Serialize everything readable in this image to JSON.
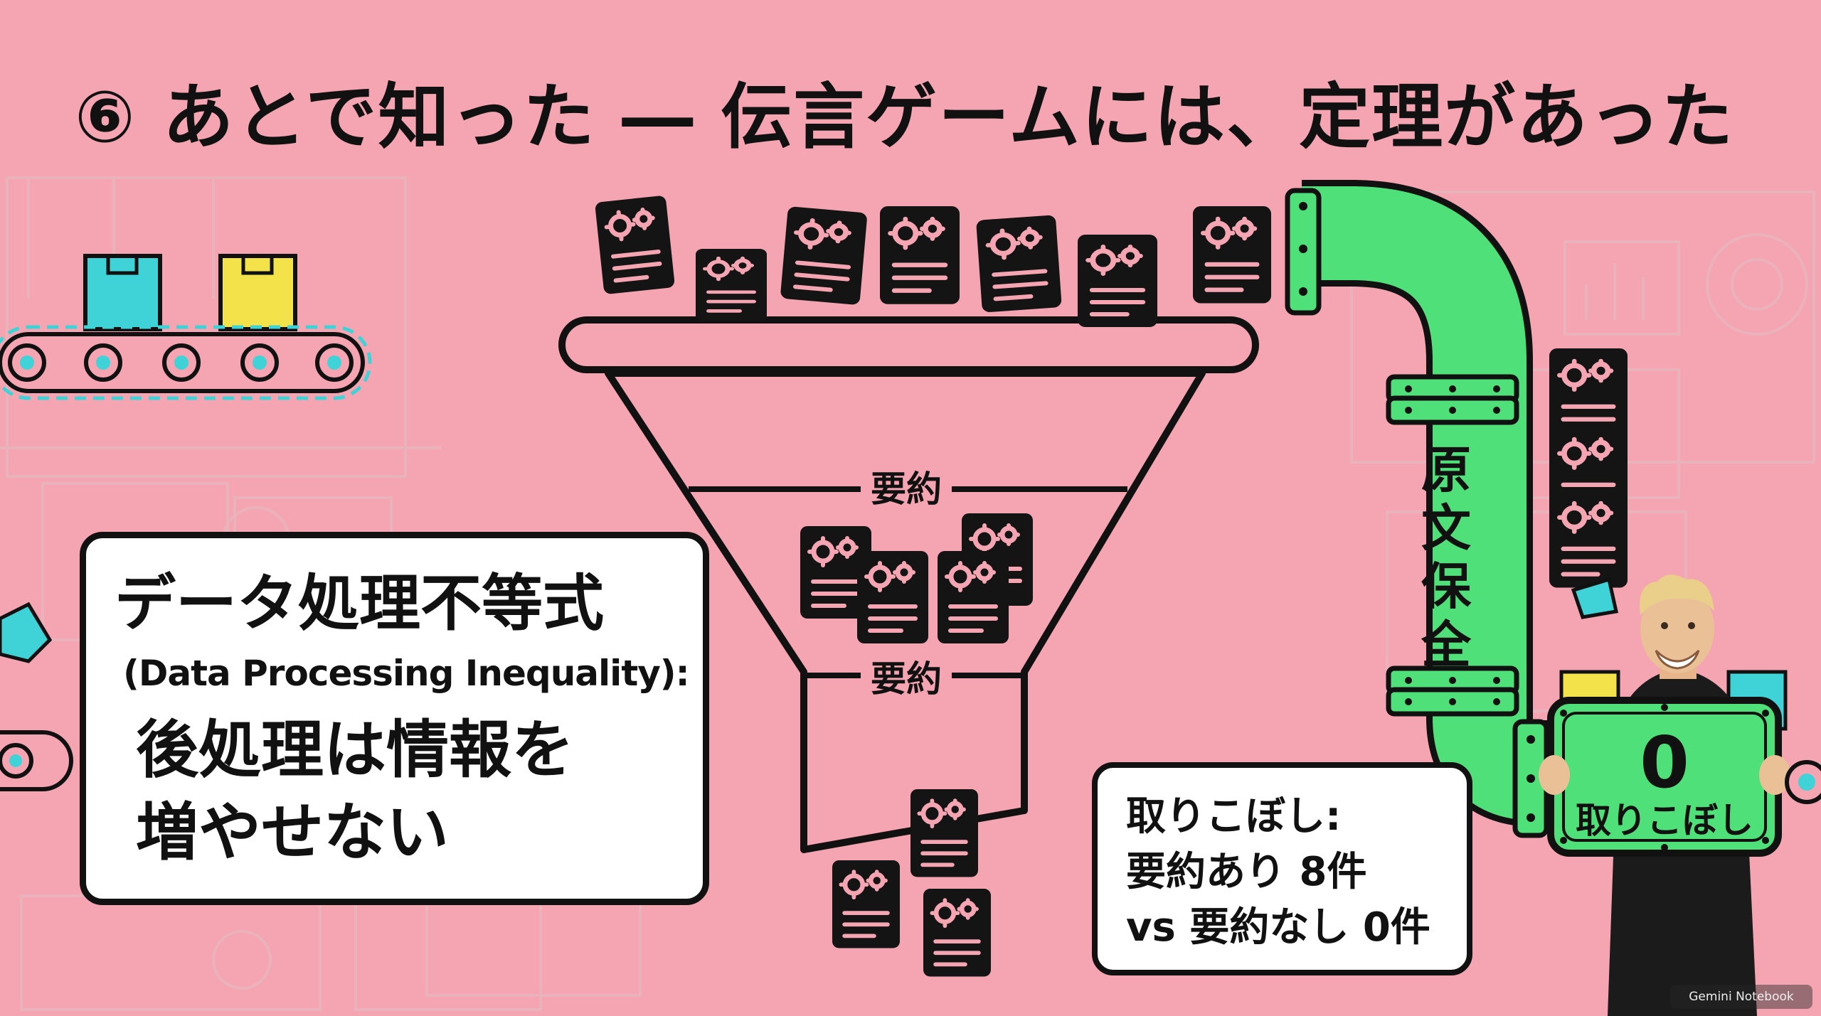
{
  "slide": {
    "title": "⑥ あとで知った ― 伝言ゲームには、定理があった"
  },
  "inequality_card": {
    "heading": "データ処理不等式",
    "subheading": "(Data Processing Inequality):",
    "body_line1": "後処理は情報を",
    "body_line2": "増やせない"
  },
  "funnel": {
    "stage_label_1": "要約",
    "stage_label_2": "要約"
  },
  "pipe": {
    "label": "原文保全"
  },
  "dropped_card": {
    "line1": "取りこぼし:",
    "line2": "要約あり 8件",
    "line3": "vs 要約なし 0件"
  },
  "sign": {
    "count": "0",
    "label": "取りこぼし"
  },
  "watermark": {
    "text": "Gemini Notebook"
  },
  "colors": {
    "background": "#f4a5b1",
    "pipe_green": "#4fe07a",
    "box_cyan": "#3fd3d8",
    "box_yellow": "#f4e24a",
    "ink": "#111111"
  },
  "icons": [
    "gear-document-icon",
    "conveyor-belt-icon",
    "funnel-icon",
    "pipe-icon",
    "cardboard-box-icon"
  ]
}
